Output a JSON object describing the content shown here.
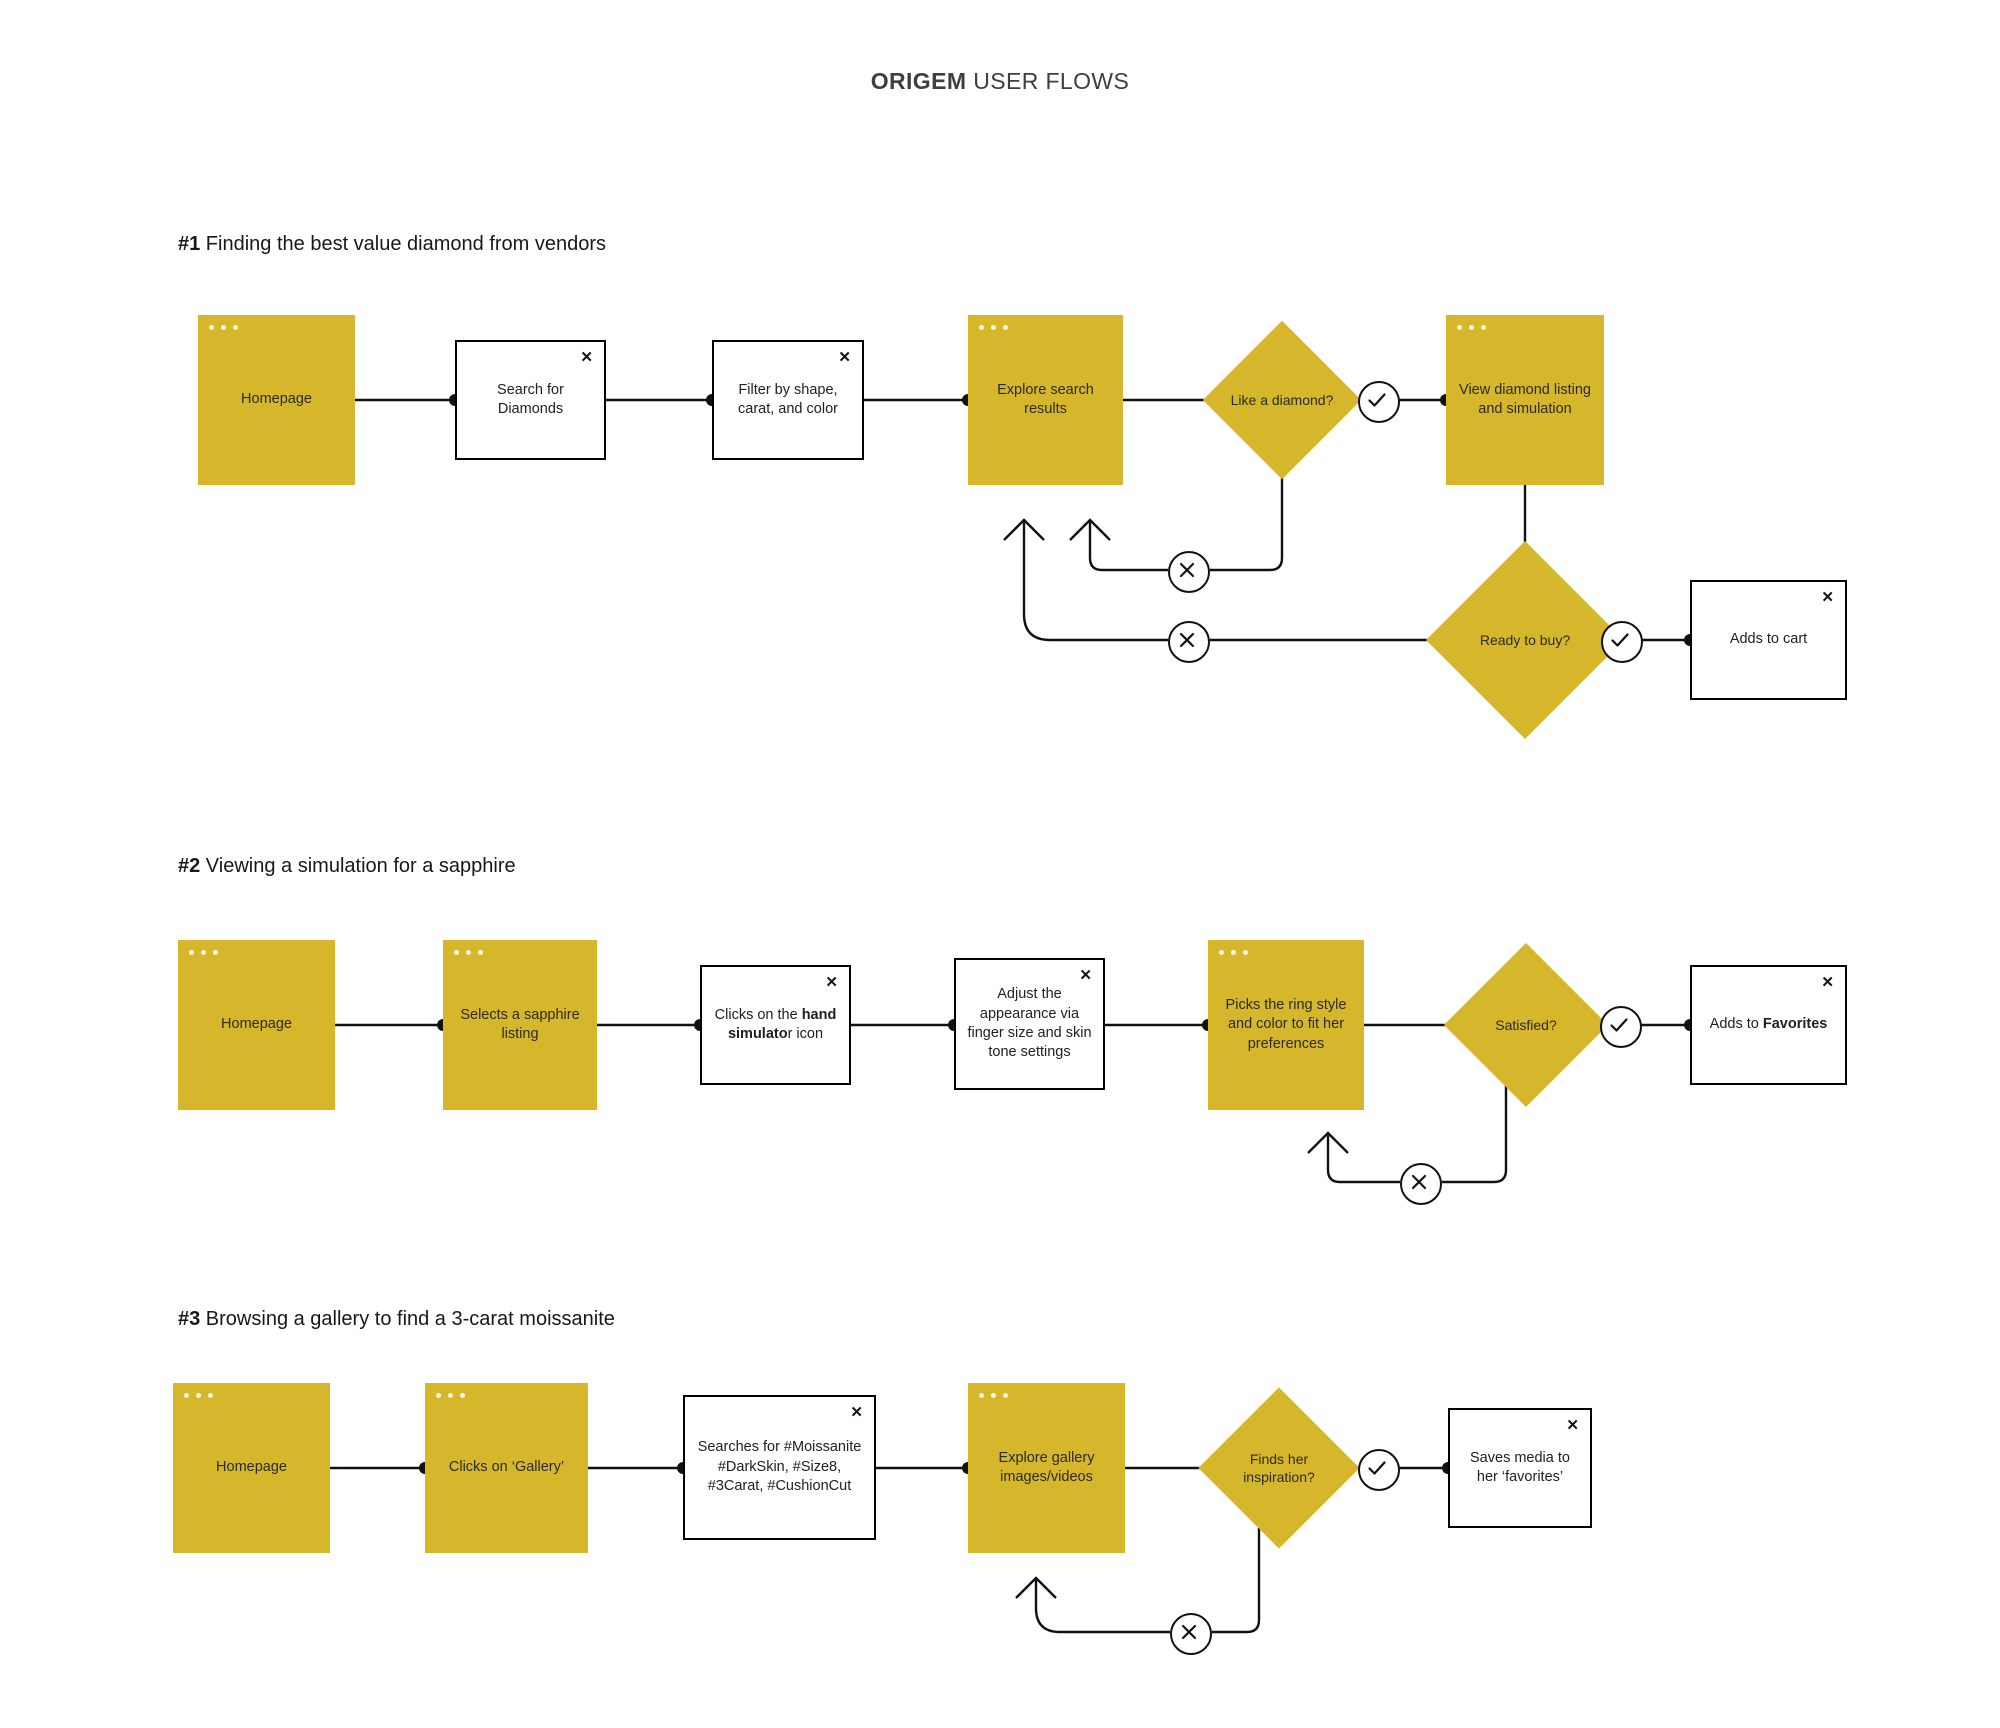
{
  "header": {
    "title_bold": "ORIGEM",
    "title_rest": " USER FLOWS"
  },
  "theme": {
    "accent_yellow": "#d6b72b",
    "line_color": "#111111",
    "text_color": "#202124",
    "background": "#ffffff"
  },
  "flows": [
    {
      "number": "#1",
      "title": " Finding the best value diamond from vendors",
      "nodes": {
        "homepage": "Homepage",
        "search": "Search for Diamonds",
        "filter": "Filter by shape, carat, and color",
        "explore": "Explore search results",
        "like": "Like a diamond?",
        "view": "View diamond listing and simulation",
        "ready": "Ready to buy?",
        "cart": "Adds to cart"
      },
      "gates": {
        "like_yes": "check-icon",
        "like_no": "cross-icon",
        "ready_yes": "check-icon",
        "ready_no": "cross-icon"
      }
    },
    {
      "number": "#2",
      "title": " Viewing a simulation for a sapphire",
      "nodes": {
        "homepage": "Homepage",
        "selects": "Selects a sapphire listing",
        "clicks_pre": "Clicks on the ",
        "clicks_bold": "hand simulato",
        "clicks_post": "r icon",
        "adjust": "Adjust the appearance via finger size and skin tone settings",
        "picks": "Picks the ring style and color to fit her preferences",
        "satisfied": "Satisfied?",
        "favorites_pre": "Adds to ",
        "favorites_bold": "Favorites"
      },
      "gates": {
        "satisfied_yes": "check-icon",
        "satisfied_no": "cross-icon"
      }
    },
    {
      "number": "#3",
      "title": " Browsing a gallery to find a 3-carat moissanite",
      "nodes": {
        "homepage": "Homepage",
        "gallery": "Clicks on ‘Gallery’",
        "searches": "Searches for #Moissanite #DarkSkin, #Size8, #3Carat, #CushionCut",
        "explore": "Explore gallery images/videos",
        "finds": "Finds her inspiration?",
        "saves": "Saves media to her ‘favorites’"
      },
      "gates": {
        "finds_yes": "check-icon",
        "finds_no": "cross-icon"
      }
    }
  ]
}
